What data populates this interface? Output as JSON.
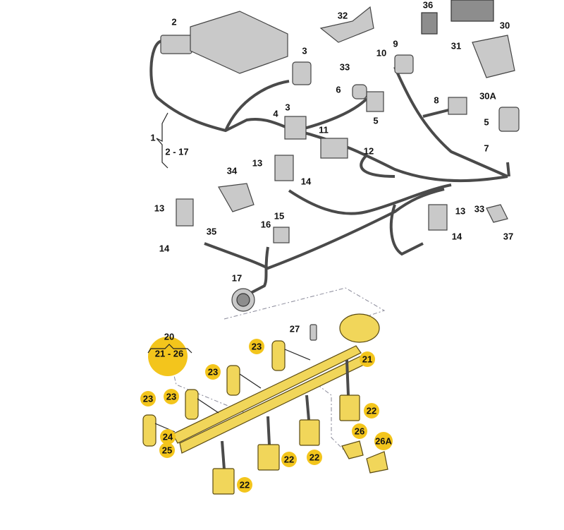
{
  "diagram": {
    "upper_labels": [
      "2",
      "32",
      "36",
      "30",
      "3",
      "9",
      "10",
      "31",
      "33",
      "6",
      "8",
      "30A",
      "3",
      "4",
      "5",
      "5",
      "1",
      "2 - 17",
      "11",
      "12",
      "7",
      "13",
      "14",
      "34",
      "13",
      "15",
      "35",
      "16",
      "33",
      "13",
      "37",
      "14",
      "14",
      "17"
    ],
    "group_label": {
      "top": "20",
      "range": "21 - 26"
    },
    "lower_labels": [
      "23",
      "27",
      "21",
      "23",
      "23",
      "23",
      "22",
      "26",
      "26A",
      "24",
      "25",
      "22",
      "22",
      "22"
    ]
  }
}
